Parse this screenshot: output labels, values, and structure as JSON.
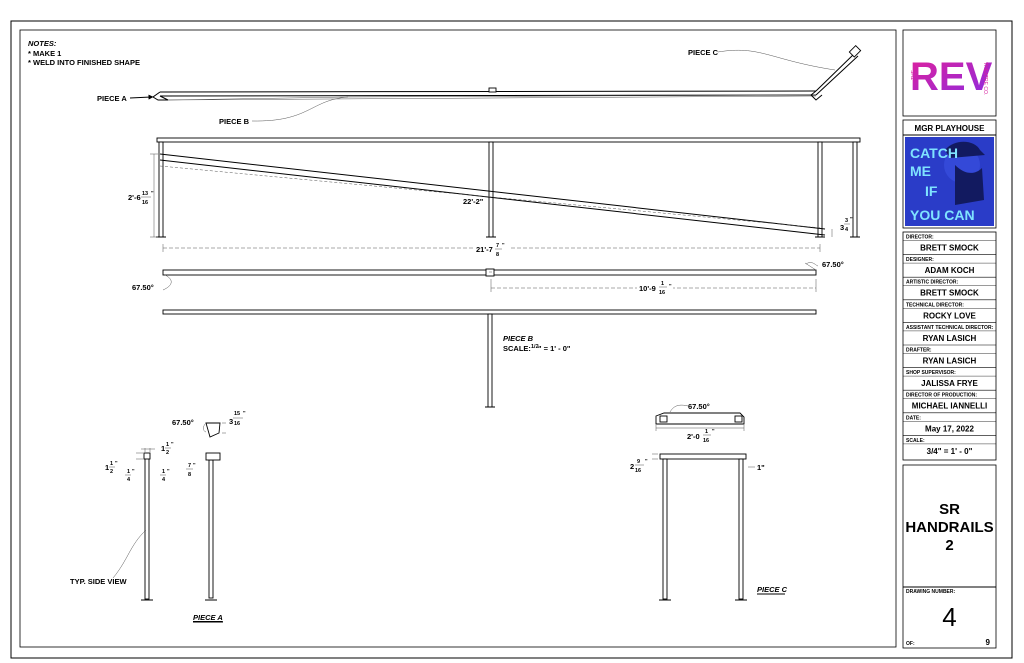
{
  "notes": {
    "title": "NOTES:",
    "lines": [
      "* MAKE 1",
      "* WELD  INTO FINISHED SHAPE"
    ]
  },
  "labels": {
    "piece_a": "PIECE A",
    "piece_b": "PIECE B",
    "piece_c": "PIECE C",
    "piece_b_title": "PIECE B",
    "scale_prefix": "SCALE:",
    "scale_frac": "1/2",
    "scale_suffix": "\" = 1' - 0\"",
    "piece_a_title": "PIECE A",
    "piece_c_title": "PIECE C",
    "typ_side_view": "TYP. SIDE VIEW"
  },
  "dimensions": {
    "height_whole": "2'-6",
    "height_num": "13",
    "height_den": "16",
    "height_unit": "\"",
    "diagonal": "22'-2\"",
    "right_whole": "3",
    "right_num": "3",
    "right_den": "4",
    "right_unit": "\"",
    "overall_whole": "21'-7",
    "overall_num": "7",
    "overall_den": "8",
    "overall_unit": "\"",
    "angle_right": "67.50°",
    "angle_left": "67.50°",
    "half_whole": "10'-9",
    "half_num": "1",
    "half_den": "16",
    "half_unit": "\"",
    "a_angle": "67.50°",
    "a_len_whole": "3",
    "a_len_num": "15",
    "a_len_den": "16",
    "a_len_unit": "\"",
    "a_top_whole": "1",
    "a_top_num": "1",
    "a_top_den": "2",
    "a_top_unit": "\"",
    "a_left_whole": "1",
    "a_left_num": "1",
    "a_left_den": "2",
    "a_left_unit": "\"",
    "a_q1_num": "1",
    "a_q1_den": "4",
    "a_q1_unit": "\"",
    "a_q2_num": "1",
    "a_q2_den": "4",
    "a_q2_unit": "\"",
    "a_78_num": "7",
    "a_78_den": "8",
    "a_78_unit": "\"",
    "c_angle": "67.50°",
    "c_len_whole": "2'-0",
    "c_len_num": "1",
    "c_len_den": "16",
    "c_len_unit": "\"",
    "c_h_whole": "2",
    "c_h_num": "9",
    "c_h_den": "16",
    "c_h_unit": "\"",
    "c_one": "1\""
  },
  "title_block": {
    "logo_the": "THE",
    "logo_text": "REV",
    "logo_side": "THEATRE CO.",
    "venue": "MGR PLAYHOUSE",
    "poster_alt": "CATCH ME IF YOU CAN",
    "fields": [
      {
        "caption": "DIRECTOR:",
        "value": "BRETT SMOCK"
      },
      {
        "caption": "DESIGNER:",
        "value": "ADAM KOCH"
      },
      {
        "caption": "ARTISTIC DIRECTOR:",
        "value": "BRETT SMOCK"
      },
      {
        "caption": "TECHNICAL DIRECTOR:",
        "value": "ROCKY LOVE"
      },
      {
        "caption": "ASSISTANT TECHNICAL DIRECTOR:",
        "value": "RYAN LASICH"
      },
      {
        "caption": "DRAFTER:",
        "value": "RYAN LASICH"
      },
      {
        "caption": "SHOP SUPERVISOR:",
        "value": "JALISSA FRYE"
      },
      {
        "caption": "DIRECTOR OF PRODUCTION:",
        "value": "MICHAEL IANNELLI"
      },
      {
        "caption": "DATE:",
        "value": "May 17, 2022"
      },
      {
        "caption": "SCALE:",
        "value": "3/4\" = 1' - 0\""
      }
    ],
    "sheet_title_1": "SR",
    "sheet_title_2": "HANDRAILS",
    "sheet_title_3": "2",
    "drawing_number_caption": "DRAWING NUMBER:",
    "drawing_number": "4",
    "of_caption": "OF:",
    "of_total": "9"
  },
  "colors": {
    "logo_gradient_start": "#d6249f",
    "logo_gradient_end": "#7b2ff7",
    "poster_bg": "#2a3cc8",
    "poster_accent": "#7fe3ff"
  }
}
